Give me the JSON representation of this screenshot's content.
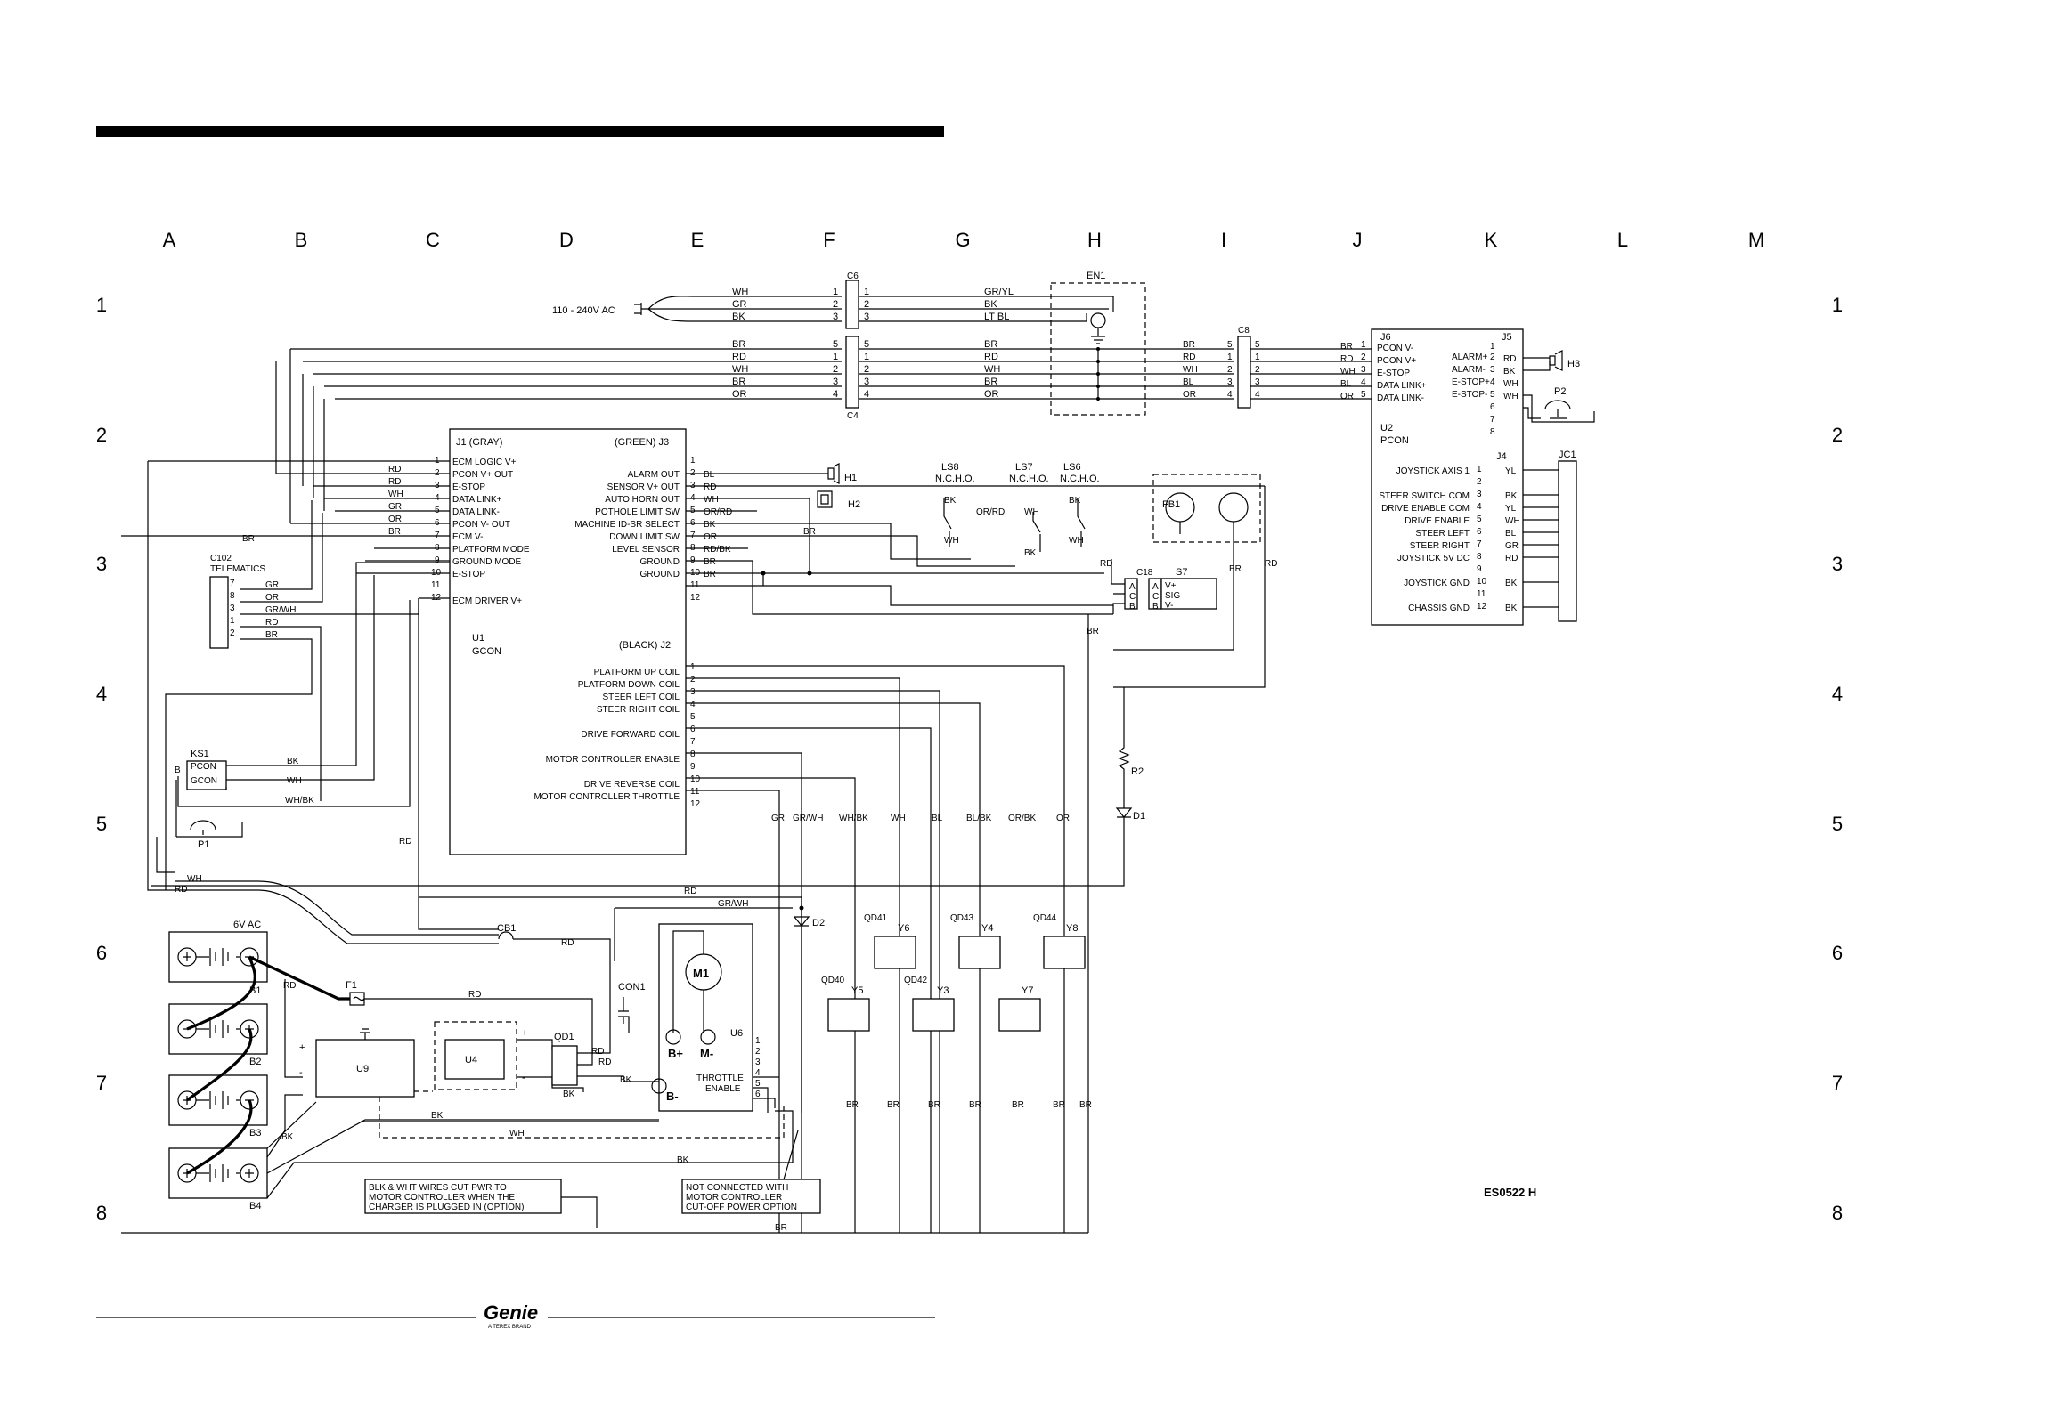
{
  "grid": {
    "columns": [
      "A",
      "B",
      "C",
      "D",
      "E",
      "F",
      "G",
      "H",
      "I",
      "J",
      "K",
      "L",
      "M"
    ],
    "rows": [
      "1",
      "2",
      "3",
      "4",
      "5",
      "6",
      "7",
      "8"
    ]
  },
  "power": {
    "source": "110 - 240V AC"
  },
  "plugs": {
    "c6": "C6",
    "c4": "C4",
    "c8": "C8",
    "c18": "C18",
    "c6_left_pins": [
      "1",
      "2",
      "3"
    ],
    "c6_right_pins": [
      "1",
      "2",
      "3"
    ],
    "c4_left_pins": [
      "5",
      "1",
      "2",
      "3",
      "4"
    ],
    "c4_right_pins": [
      "5",
      "1",
      "2",
      "3",
      "4"
    ],
    "c8_left_pins": [
      "5",
      "1",
      "2",
      "3",
      "4"
    ],
    "c8_right_pins": [
      "5",
      "1",
      "2",
      "3",
      "4"
    ],
    "c18_pins": [
      "A",
      "C",
      "B"
    ]
  },
  "wires_top": {
    "ac_in": [
      "WH",
      "GR",
      "BK"
    ],
    "ac_out": [
      "GR/YL",
      "BK",
      "LT BL"
    ],
    "bus": [
      "BR",
      "RD",
      "WH",
      "BL",
      "OR"
    ]
  },
  "components": {
    "en1": "EN1",
    "u1_name": "U1",
    "u1_sub": "GCON",
    "u2_name": "U2",
    "u2_sub": "PCON",
    "j1_title": "J1 (GRAY)",
    "j3_title": "(GREEN) J3",
    "j2_title": "(BLACK) J2",
    "j6_title": "J6",
    "j5_title": "J5",
    "j4_title": "J4",
    "jc1": "JC1",
    "h1": "H1",
    "h2": "H2",
    "h3": "H3",
    "p1": "P1",
    "p2": "P2",
    "ks1": "KS1",
    "ks1_pcon": "PCON",
    "ks1_gcon": "GCON",
    "ks1_b": "B",
    "ls8": "LS8",
    "ls7": "LS7",
    "ls6": "LS6",
    "ncho": "N.C.H.O.",
    "fb1": "FB1",
    "s7": "S7",
    "s7_pins": [
      "V+",
      "SIG",
      "V-"
    ],
    "c102": "C102",
    "telematics": "TELEMATICS",
    "r2": "R2",
    "d1": "D1",
    "d2": "D2",
    "cb1": "CB1",
    "f1": "F1",
    "qd1": "QD1",
    "con1": "CON1",
    "m1": "M1",
    "u6": "U6",
    "u9": "U9",
    "u4": "U4",
    "b1": "B1",
    "b2": "B2",
    "b3": "B3",
    "b4": "B4",
    "battery_volt": "6V AC",
    "b_plus": "B+",
    "m_minus": "M-",
    "b_minus": "B-",
    "throttle": "THROTTLE",
    "enable": "ENABLE",
    "y6": "Y6",
    "y4": "Y4",
    "y8": "Y8",
    "y5": "Y5",
    "y3": "Y3",
    "y7": "Y7",
    "qd41": "QD41",
    "qd43": "QD43",
    "qd44": "QD44",
    "qd40": "QD40",
    "qd42": "QD42"
  },
  "j1": {
    "pins": [
      "1",
      "2",
      "3",
      "4",
      "5",
      "6",
      "7",
      "8",
      "9",
      "10",
      "11",
      "12"
    ],
    "labels": [
      "ECM LOGIC V+",
      "PCON V+ OUT",
      "E-STOP",
      "DATA LINK+",
      "DATA LINK-",
      "PCON V- OUT",
      "ECM V-",
      "PLATFORM MODE",
      "GROUND MODE",
      "E-STOP",
      "",
      "ECM DRIVER V+"
    ],
    "wires": [
      "RD",
      "RD",
      "WH",
      "GR",
      "OR",
      "BR"
    ]
  },
  "j3": {
    "pins": [
      "1",
      "2",
      "3",
      "4",
      "5",
      "6",
      "7",
      "8",
      "9",
      "10",
      "11",
      "12"
    ],
    "labels": [
      "",
      "ALARM OUT",
      "SENSOR V+ OUT",
      "AUTO HORN OUT",
      "POTHOLE LIMIT SW",
      "MACHINE ID-SR SELECT",
      "DOWN LIMIT SW",
      "LEVEL SENSOR",
      "GROUND",
      "GROUND",
      "",
      ""
    ],
    "wires": [
      "BL",
      "RD",
      "WH",
      "OR/RD",
      "BK",
      "OR",
      "RD/BK",
      "BR",
      "BR"
    ]
  },
  "j2": {
    "pins": [
      "1",
      "2",
      "3",
      "4",
      "5",
      "6",
      "7",
      "8",
      "9",
      "10",
      "11",
      "12"
    ],
    "labels": [
      "PLATFORM UP COIL",
      "PLATFORM DOWN COIL",
      "STEER LEFT COIL",
      "STEER RIGHT COIL",
      "",
      "DRIVE FORWARD COIL",
      "",
      "MOTOR CONTROLLER ENABLE",
      "",
      "DRIVE REVERSE COIL",
      "MOTOR CONTROLLER THROTTLE",
      ""
    ],
    "vertical_wires": [
      "GR",
      "GR/WH",
      "WH/BK",
      "WH",
      "BL",
      "BL/BK",
      "OR/BK",
      "OR"
    ]
  },
  "j6": {
    "pins": [
      "1",
      "2",
      "3",
      "4",
      "5"
    ],
    "labels": [
      "PCON V-",
      "PCON V+",
      "E-STOP",
      "DATA LINK+",
      "DATA LINK-"
    ],
    "wires": [
      "BR",
      "RD",
      "WH",
      "BL",
      "OR"
    ]
  },
  "j5": {
    "pins": [
      "1",
      "2",
      "3",
      "4",
      "5",
      "6",
      "7",
      "8"
    ],
    "labels": [
      "",
      "ALARM+",
      "ALARM-",
      "E-STOP+",
      "E-STOP-",
      "",
      "",
      ""
    ],
    "wires": [
      "RD",
      "BK",
      "WH",
      "WH"
    ]
  },
  "j4": {
    "pins": [
      "1",
      "2",
      "3",
      "4",
      "5",
      "6",
      "7",
      "8",
      "9",
      "10",
      "11",
      "12"
    ],
    "labels": [
      "JOYSTICK AXIS 1",
      "",
      "STEER SWITCH COM",
      "DRIVE ENABLE COM",
      "DRIVE ENABLE",
      "STEER LEFT",
      "STEER RIGHT",
      "JOYSTICK 5V DC",
      "",
      "JOYSTICK GND",
      "",
      "CHASSIS GND"
    ],
    "wires": [
      "YL",
      "",
      "BK",
      "YL",
      "WH",
      "BL",
      "GR",
      "RD",
      "",
      "BK",
      "",
      "BK"
    ]
  },
  "c102_pins": [
    "7",
    "8",
    "3",
    "1",
    "2"
  ],
  "c102_wires": [
    "GR",
    "OR",
    "GR/WH",
    "RD",
    "BR"
  ],
  "misc_wires": {
    "br": "BR",
    "rd": "RD",
    "wh": "WH",
    "bk": "BK",
    "or_rd": "OR/RD",
    "gr_wh": "GR/WH",
    "wh_bk": "WH/BK",
    "plus": "+",
    "minus": "-"
  },
  "notes": {
    "charger": [
      "BLK & WHT WIRES CUT PWR TO",
      "MOTOR CONTROLLER WHEN THE",
      "CHARGER IS PLUGGED IN (OPTION)"
    ],
    "cutoff": [
      "NOT CONNECTED WITH",
      "MOTOR CONTROLLER",
      "CUT-OFF POWER OPTION"
    ]
  },
  "drawing_id": "ES0522 H",
  "brand": {
    "name": "Genie",
    "tagline": "A TEREX BRAND"
  }
}
